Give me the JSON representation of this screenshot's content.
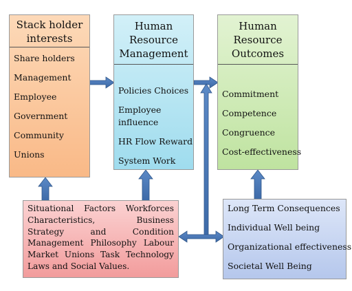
{
  "stakeholder": {
    "title_line1": "Stack holder",
    "title_line2": "interests",
    "items": [
      "Share holders",
      "Management",
      "Employee",
      "Government",
      "Community",
      "Unions"
    ]
  },
  "hrm": {
    "title_line1": "Human",
    "title_line2": "Resource",
    "title_line3": "Management",
    "items": [
      "Policies Choices",
      "Employee",
      "influence",
      "HR Flow Reward",
      "System Work"
    ]
  },
  "outcomes": {
    "title_line1": "Human",
    "title_line2": "Resource",
    "title_line3": "Outcomes",
    "items": [
      "Commitment",
      "Competence",
      "Congruence",
      "Cost-effectiveness"
    ]
  },
  "situational": {
    "text": "Situational Factors Workforces Characteristics, Business Strategy and Condition Management Philosophy Labour Market Unions Task Technology Laws and Social Values."
  },
  "consequences": {
    "items": [
      "Long Term Consequences",
      "Individual Well being",
      "Organizational effectiveness",
      "Societal Well Being"
    ]
  },
  "colors": {
    "stakeholder": "#fbc89e",
    "hrm": "#b8e6f2",
    "outcomes": "#cdeab4",
    "situational": "#f6b8b8",
    "consequences": "#c9d6f2",
    "arrow": "#4a76b4"
  }
}
